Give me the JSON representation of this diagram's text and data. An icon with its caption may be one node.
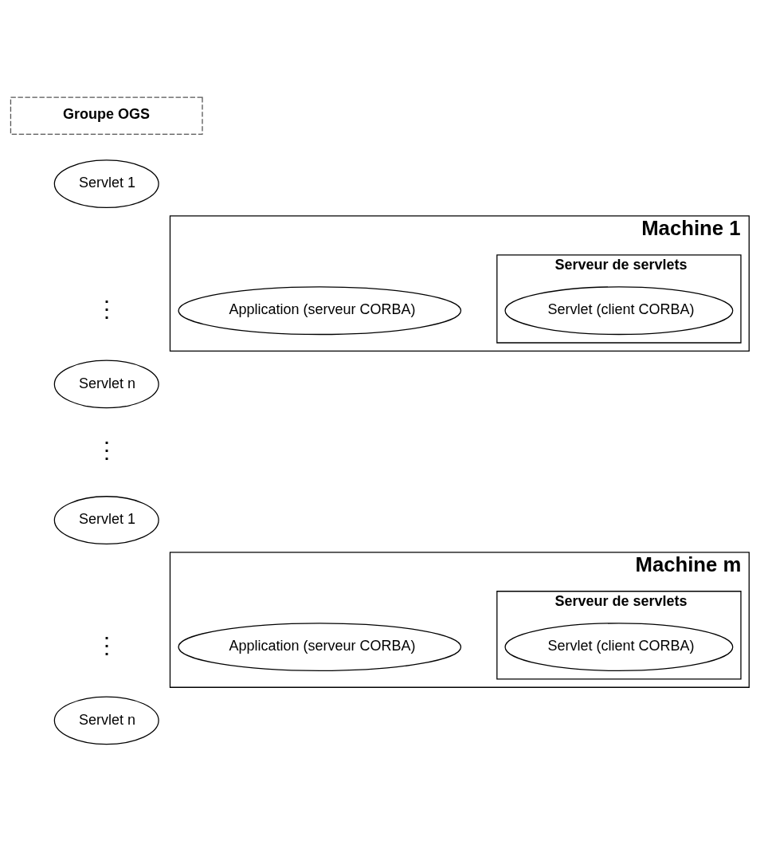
{
  "diagram": {
    "nodes": [
      {
        "text": [
          "Groupe OGS"
        ]
      },
      {
        "text": [
          "Machine 1"
        ]
      },
      {
        "text": [
          "Serveur de servlets"
        ],
        "in": 1
      },
      {
        "text": [
          "Servlet (client CORBA)"
        ],
        "in": 2
      },
      {
        "text": [
          "Application (serveur CORBA)"
        ],
        "in": 1
      },
      {
        "text": [
          "Servlet 1"
        ]
      },
      {
        "text": [
          "Servlet n"
        ]
      },
      {
        "text": [
          "Machine m"
        ]
      },
      {
        "text": [
          "Serveur de servlets"
        ],
        "in": 7
      },
      {
        "text": [
          "Servlet (client CORBA)"
        ],
        "in": 8
      },
      {
        "text": [
          "Application (serveur CORBA)"
        ],
        "in": 7
      },
      {
        "text": [
          "Servlet 1"
        ]
      },
      {
        "text": [
          "Servlet n"
        ]
      }
    ],
    "labels": [
      "⋮",
      "⋮",
      "⋮"
    ]
  }
}
